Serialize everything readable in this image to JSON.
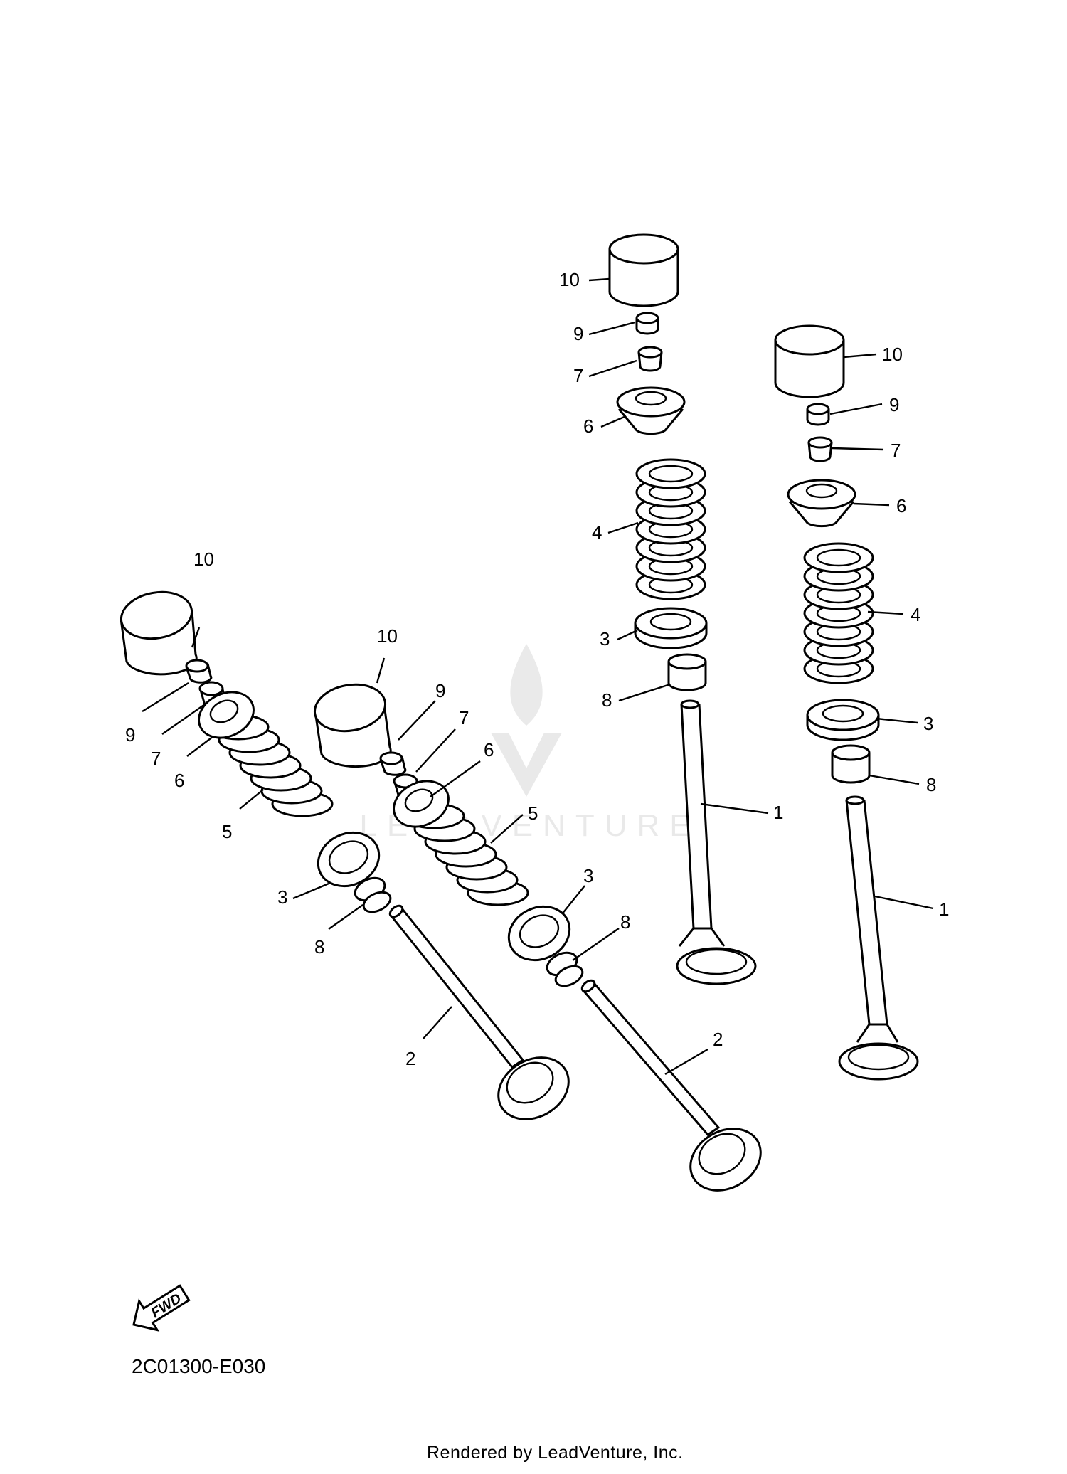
{
  "callouts": {
    "ex_upper": {
      "n10": "10",
      "n9": "9",
      "n7": "7",
      "n6": "6",
      "n4": "4",
      "n3": "3",
      "n8": "8",
      "n1": "1"
    },
    "ex_lower": {
      "n10": "10",
      "n9": "9",
      "n7": "7",
      "n6": "6",
      "n4": "4",
      "n3": "3",
      "n8": "8",
      "n1": "1"
    },
    "in_left": {
      "n10": "10",
      "n9": "9",
      "n7": "7",
      "n6": "6",
      "n5": "5",
      "n3": "3",
      "n8": "8",
      "n2": "2"
    },
    "in_right": {
      "n10": "10",
      "n9": "9",
      "n7": "7",
      "n6": "6",
      "n5": "5",
      "n3": "3",
      "n8": "8",
      "n2": "2"
    }
  },
  "direction_badge": "FWD",
  "watermark": "LEADVENTURE",
  "diagram_code": "2C01300-E030",
  "render_credit": "Rendered by LeadVenture, Inc."
}
